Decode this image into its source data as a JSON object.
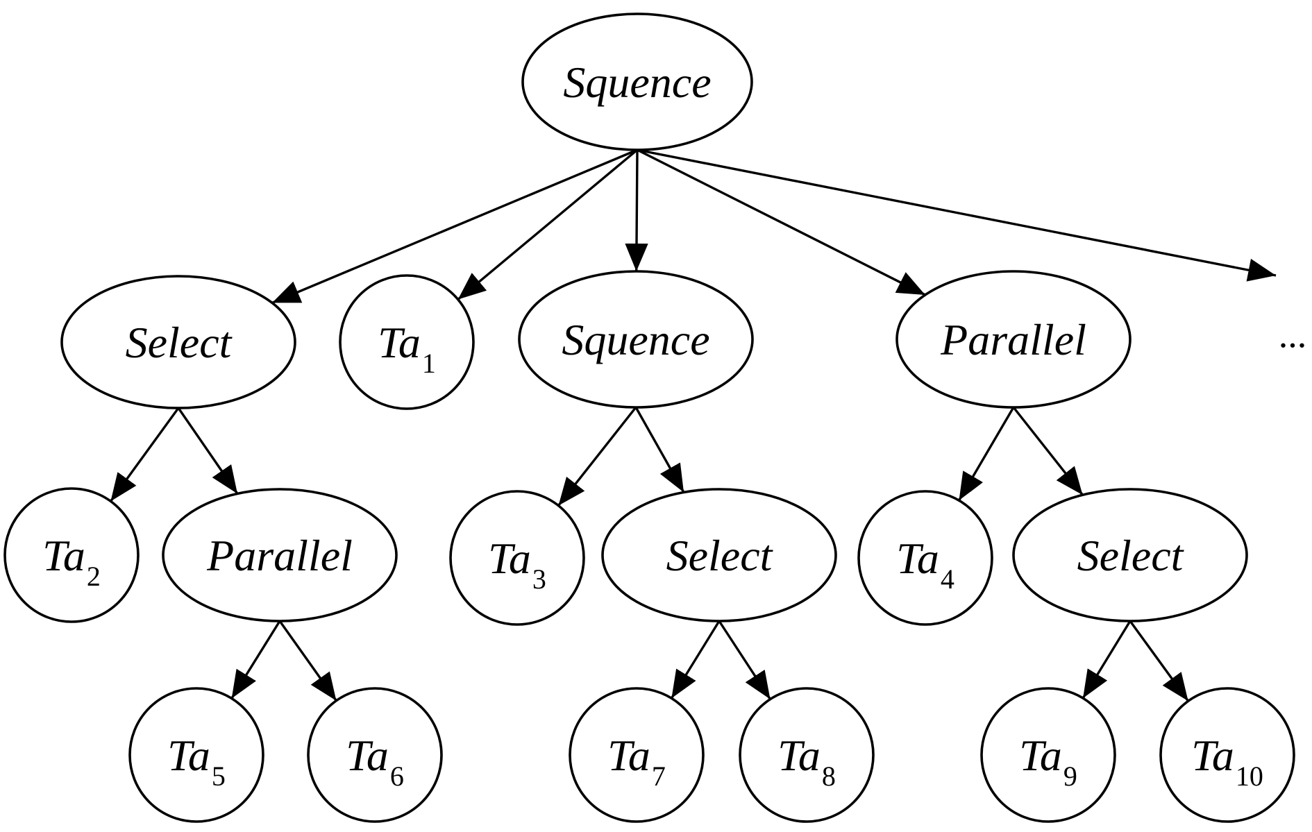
{
  "diagram": {
    "nodes": [
      {
        "id": "root",
        "kind": "ellipse",
        "label": "Squence",
        "sub": ""
      },
      {
        "id": "sel1",
        "kind": "ellipse",
        "label": "Select",
        "sub": ""
      },
      {
        "id": "ta1",
        "kind": "circle",
        "label": "Ta",
        "sub": "1"
      },
      {
        "id": "seq2",
        "kind": "ellipse",
        "label": "Squence",
        "sub": ""
      },
      {
        "id": "par1",
        "kind": "ellipse",
        "label": "Parallel",
        "sub": ""
      },
      {
        "id": "ta2",
        "kind": "circle",
        "label": "Ta",
        "sub": "2"
      },
      {
        "id": "par2",
        "kind": "ellipse",
        "label": "Parallel",
        "sub": ""
      },
      {
        "id": "ta3",
        "kind": "circle",
        "label": "Ta",
        "sub": "3"
      },
      {
        "id": "sel2",
        "kind": "ellipse",
        "label": "Select",
        "sub": ""
      },
      {
        "id": "ta4",
        "kind": "circle",
        "label": "Ta",
        "sub": "4"
      },
      {
        "id": "sel3",
        "kind": "ellipse",
        "label": "Select",
        "sub": ""
      },
      {
        "id": "ta5",
        "kind": "circle",
        "label": "Ta",
        "sub": "5"
      },
      {
        "id": "ta6",
        "kind": "circle",
        "label": "Ta",
        "sub": "6"
      },
      {
        "id": "ta7",
        "kind": "circle",
        "label": "Ta",
        "sub": "7"
      },
      {
        "id": "ta8",
        "kind": "circle",
        "label": "Ta",
        "sub": "8"
      },
      {
        "id": "ta9",
        "kind": "circle",
        "label": "Ta",
        "sub": "9"
      },
      {
        "id": "ta10",
        "kind": "circle",
        "label": "Ta",
        "sub": "10"
      }
    ],
    "edges": [
      {
        "from": "root",
        "to": "sel1"
      },
      {
        "from": "root",
        "to": "ta1"
      },
      {
        "from": "root",
        "to": "seq2"
      },
      {
        "from": "root",
        "to": "par1"
      },
      {
        "from": "root",
        "to": "more"
      },
      {
        "from": "sel1",
        "to": "ta2"
      },
      {
        "from": "sel1",
        "to": "par2"
      },
      {
        "from": "par2",
        "to": "ta5"
      },
      {
        "from": "par2",
        "to": "ta6"
      },
      {
        "from": "seq2",
        "to": "ta3"
      },
      {
        "from": "seq2",
        "to": "sel2"
      },
      {
        "from": "sel2",
        "to": "ta7"
      },
      {
        "from": "sel2",
        "to": "ta8"
      },
      {
        "from": "par1",
        "to": "ta4"
      },
      {
        "from": "par1",
        "to": "sel3"
      },
      {
        "from": "sel3",
        "to": "ta9"
      },
      {
        "from": "sel3",
        "to": "ta10"
      }
    ],
    "continuation_label": "..."
  }
}
